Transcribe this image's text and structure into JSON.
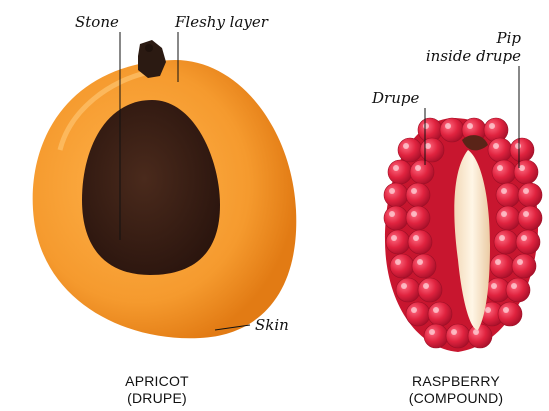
{
  "apricot": {
    "labels": {
      "stone": "Stone",
      "fleshy_layer": "Fleshy layer",
      "skin": "Skin"
    },
    "caption_line1": "APRICOT",
    "caption_line2": "(DRUPE)"
  },
  "raspberry": {
    "labels": {
      "pip": "Pip",
      "pip_sub": "inside drupe",
      "drupe": "Drupe"
    },
    "caption_line1": "RASPBERRY",
    "caption_line2": "(COMPOUND)"
  },
  "colors": {
    "apricot_skin": "#F08A1C",
    "apricot_flesh": "#F7A23A",
    "stone": "#3A1E14",
    "raspberry_red": "#D81E3C",
    "raspberry_core": "#F4E6CF"
  }
}
